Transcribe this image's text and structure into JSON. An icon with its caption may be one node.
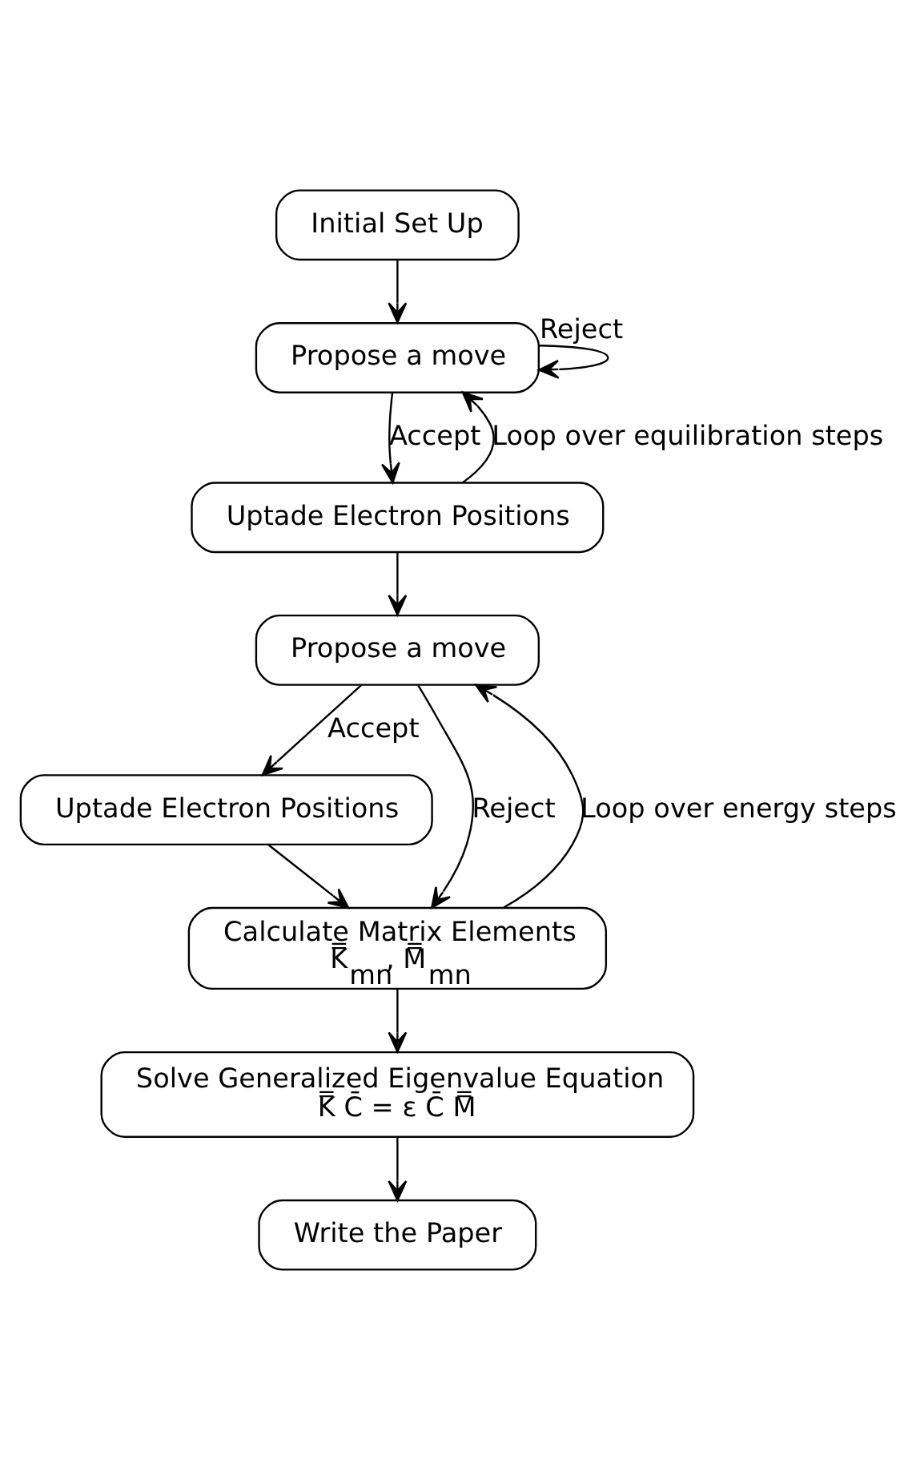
{
  "diagram": {
    "nodes": [
      {
        "text": [
          "Initial Set Up"
        ]
      },
      {
        "text": [
          "Propose a move"
        ]
      },
      {
        "text": [
          "Uptade Electron Positions"
        ]
      },
      {
        "text": [
          "Propose a move"
        ]
      },
      {
        "text": [
          "Uptade Electron Positions"
        ]
      },
      {
        "text": [
          "Calculate Matrix Elements",
          "K̿$_{mn}$, M̿$_{mn}$"
        ]
      },
      {
        "text": [
          "Solve Generalized Eigenvalue Equation",
          "K̿ C̄ = ε C̄ M̿"
        ]
      },
      {
        "text": [
          "Write the Paper"
        ]
      }
    ],
    "edges": [
      {
        "from": 0,
        "to": 1,
        "arrow": "to"
      },
      {
        "from": 1,
        "to": 1,
        "arrow": "to",
        "label": "Reject"
      },
      {
        "from": 1,
        "to": 2,
        "arrow": "to",
        "label": "Accept"
      },
      {
        "from": 2,
        "to": 1,
        "arrow": "to",
        "label": "Loop over equilibration steps"
      },
      {
        "from": 2,
        "to": 3,
        "arrow": "to"
      },
      {
        "from": 3,
        "to": 4,
        "arrow": "to",
        "label": "Accept"
      },
      {
        "from": 3,
        "to": 5,
        "arrow": "to",
        "label": "Reject"
      },
      {
        "from": 4,
        "to": 5,
        "arrow": "to"
      },
      {
        "from": 5,
        "to": 3,
        "arrow": "to",
        "label": "Loop over energy steps"
      },
      {
        "from": 5,
        "to": 6,
        "arrow": "to"
      },
      {
        "from": 6,
        "to": 7,
        "arrow": "to"
      }
    ]
  }
}
